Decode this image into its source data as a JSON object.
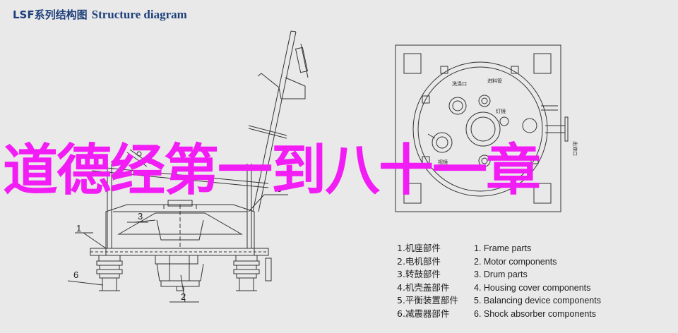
{
  "header": {
    "title_cn": "LSF系列结构图",
    "title_en": "Structure diagram"
  },
  "overlay_text": "道德经第一到八十一章",
  "callouts": [
    "1",
    "2",
    "3",
    "5",
    "6"
  ],
  "top_view_labels": {
    "wash_port": "洗涤口",
    "feed_pipe": "进料管",
    "lamp_mirror": "灯镜",
    "sight_mirror": "视镜",
    "outlet": "出液口"
  },
  "legend": {
    "cn": [
      "1.机座部件",
      "2.电机部件",
      "3.转鼓部件",
      "4.机壳盖部件",
      "5.平衡装置部件",
      "6.减震器部件"
    ],
    "en": [
      "1. Frame parts",
      "2. Motor components",
      "3. Drum parts",
      "4. Housing cover components",
      "5. Balancing device components",
      "6. Shock absorber components"
    ]
  },
  "colors": {
    "background": "#e9e9e9",
    "title": "#1d3f7a",
    "overlay": "#f21cf5",
    "line": "#333333"
  }
}
